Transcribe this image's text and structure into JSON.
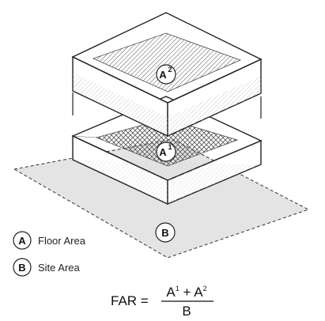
{
  "diagram": {
    "markers": {
      "upper_floor": {
        "letter": "A",
        "superscript": "2"
      },
      "lower_floor": {
        "letter": "A",
        "superscript": "1"
      },
      "site": {
        "letter": "B"
      }
    },
    "legend": [
      {
        "letter": "A",
        "text": "Floor Area"
      },
      {
        "letter": "B",
        "text": "Site Area"
      }
    ],
    "formula": {
      "lhs": "FAR =",
      "numerator": {
        "term1": "A",
        "sup1": "1",
        "plus": " + ",
        "term2": "A",
        "sup2": "2"
      },
      "denominator": "B"
    }
  },
  "colors": {
    "stroke": "#222222",
    "site_fill": "#e4e4e4",
    "floor_hatch": "#555555",
    "box_side": "#ffffff",
    "text": "#111111"
  }
}
